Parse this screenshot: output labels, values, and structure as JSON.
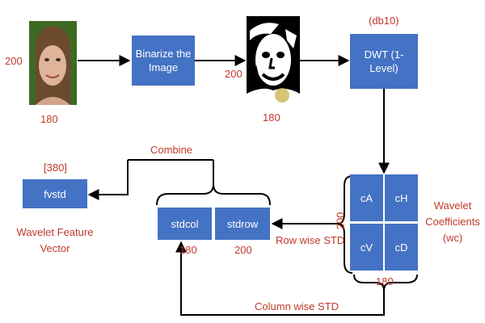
{
  "colors": {
    "box": "#4472c4",
    "label": "#c0392b",
    "line": "#000000"
  },
  "input_image": {
    "height_label": "200",
    "width_label": "180"
  },
  "binarize": {
    "label": "Binarize the Image"
  },
  "binary_image": {
    "height_label": "200",
    "width_label": "180"
  },
  "dwt": {
    "wavelet": "(db10)",
    "label": "DWT (1-Level)"
  },
  "coefficients": {
    "cA": "cA",
    "cH": "cH",
    "cV": "cV",
    "cD": "cD",
    "height_label": "200",
    "width_label": "180",
    "caption": "Wavelet Coefficients (wc)"
  },
  "row_wise": "Row wise STD",
  "column_wise": "Column wise STD",
  "stdcol": {
    "label": "stdcol",
    "size": "180"
  },
  "stdrow": {
    "label": "stdrow",
    "size": "200"
  },
  "combine": "Combine",
  "fvstd": {
    "label": "fvstd",
    "size": "[380]",
    "caption": "Wavelet Feature Vector"
  }
}
